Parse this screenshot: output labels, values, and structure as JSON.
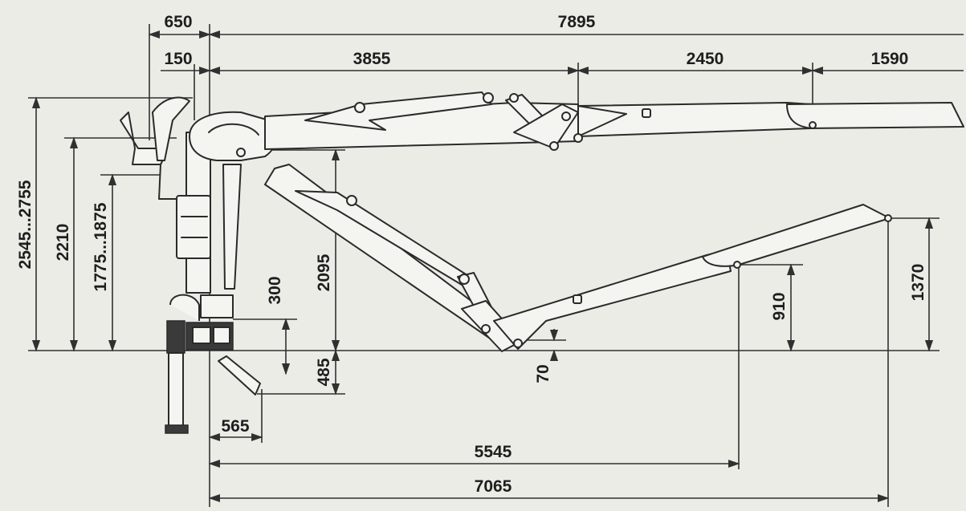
{
  "drawing": {
    "dimensions": {
      "d650": "650",
      "d150": "150",
      "d7895": "7895",
      "d3855": "3855",
      "d2450": "2450",
      "d1590": "1590",
      "d2545_2755": "2545...2755",
      "d2210": "2210",
      "d1775_1875": "1775...1875",
      "d300": "300",
      "d2095": "2095",
      "d485": "485",
      "d565": "565",
      "d70": "70",
      "d910": "910",
      "d1370": "1370",
      "d5545": "5545",
      "d7065": "7065"
    }
  }
}
